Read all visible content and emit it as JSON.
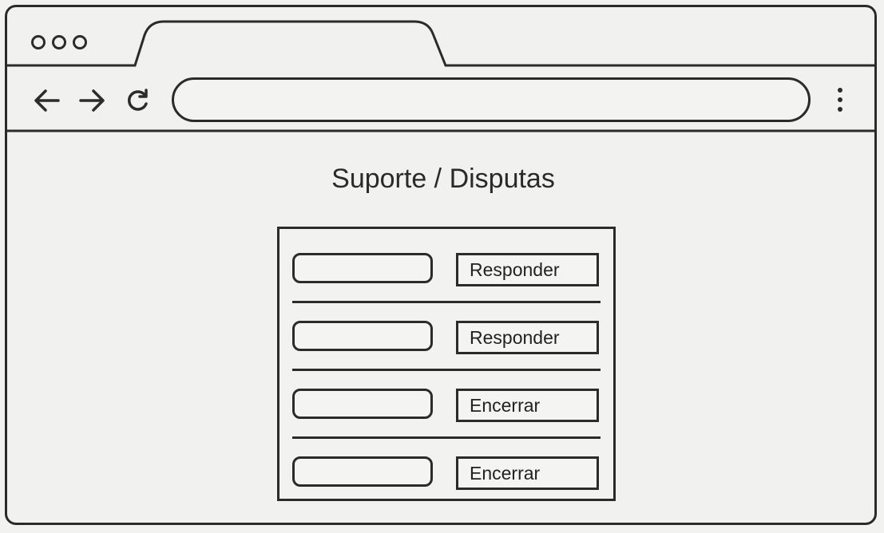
{
  "window": {
    "controls": [
      "window-dot",
      "window-dot",
      "window-dot"
    ]
  },
  "toolbar": {
    "back_icon": "arrow-left-icon",
    "forward_icon": "arrow-right-icon",
    "reload_icon": "reload-icon",
    "address": "",
    "menu_icon": "kebab-menu-icon"
  },
  "page": {
    "title": "Suporte / Disputas"
  },
  "disputes": [
    {
      "field_value": "",
      "action_label": "Responder"
    },
    {
      "field_value": "",
      "action_label": "Responder"
    },
    {
      "field_value": "",
      "action_label": "Encerrar"
    },
    {
      "field_value": "",
      "action_label": "Encerrar"
    }
  ]
}
